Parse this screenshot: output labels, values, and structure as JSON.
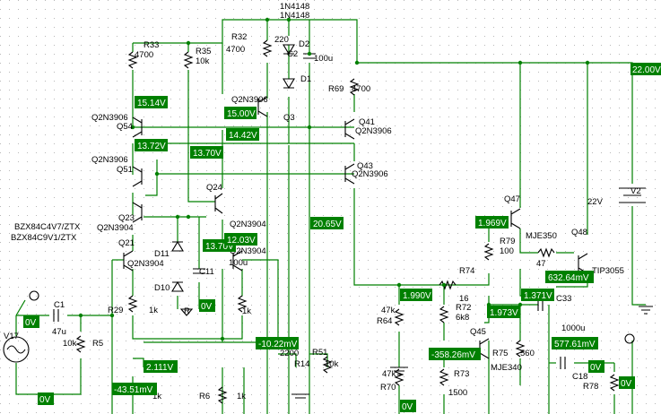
{
  "voltage_tags": [
    {
      "id": "t1",
      "text": "15.14V"
    },
    {
      "id": "t2",
      "text": "15.00V"
    },
    {
      "id": "t3",
      "text": "13.72V"
    },
    {
      "id": "t4",
      "text": "14.42V"
    },
    {
      "id": "t5",
      "text": "13.70V"
    },
    {
      "id": "t6",
      "text": "22.00V"
    },
    {
      "id": "t7",
      "text": "1.969V"
    },
    {
      "id": "t8",
      "text": "20.65V"
    },
    {
      "id": "t9",
      "text": "13.70V"
    },
    {
      "id": "t10",
      "text": "12.03V"
    },
    {
      "id": "t11",
      "text": "0V"
    },
    {
      "id": "t12",
      "text": "1.990V"
    },
    {
      "id": "t13",
      "text": "632.64mV"
    },
    {
      "id": "t14",
      "text": "1.371V"
    },
    {
      "id": "t15",
      "text": "1.973V"
    },
    {
      "id": "t16",
      "text": "0V"
    },
    {
      "id": "t17",
      "text": "-10.22mV"
    },
    {
      "id": "t18",
      "text": "-358.26mV"
    },
    {
      "id": "t19",
      "text": "577.61mV"
    },
    {
      "id": "t20",
      "text": "2.111V"
    },
    {
      "id": "t21",
      "text": "-43.51mV"
    },
    {
      "id": "t22",
      "text": "0V"
    },
    {
      "id": "t23",
      "text": "0V"
    },
    {
      "id": "t24",
      "text": "0V"
    },
    {
      "id": "t25",
      "text": "0V"
    }
  ],
  "labels": [
    {
      "id": "l1",
      "text": "1N4148"
    },
    {
      "id": "l2",
      "text": "1N4148"
    },
    {
      "id": "l3",
      "text": "R33"
    },
    {
      "id": "l4",
      "text": "4700"
    },
    {
      "id": "l5",
      "text": "R35"
    },
    {
      "id": "l6",
      "text": "10k"
    },
    {
      "id": "l7",
      "text": "R32"
    },
    {
      "id": "l8",
      "text": "4700"
    },
    {
      "id": "l9",
      "text": "220"
    },
    {
      "id": "l10",
      "text": "D2"
    },
    {
      "id": "l11",
      "text": "C2"
    },
    {
      "id": "l12",
      "text": "100u"
    },
    {
      "id": "l13",
      "text": "D1"
    },
    {
      "id": "l14",
      "text": "R69"
    },
    {
      "id": "l15",
      "text": "4700"
    },
    {
      "id": "l16",
      "text": "Q2N3906"
    },
    {
      "id": "l17",
      "text": "Q3"
    },
    {
      "id": "l18",
      "text": "Q41"
    },
    {
      "id": "l19",
      "text": "Q2N3906"
    },
    {
      "id": "l20",
      "text": "Q2N3906"
    },
    {
      "id": "l21",
      "text": "Q54"
    },
    {
      "id": "l22",
      "text": "Q2N3906"
    },
    {
      "id": "l23",
      "text": "Q51"
    },
    {
      "id": "l24",
      "text": "Q43"
    },
    {
      "id": "l25",
      "text": "Q2N3906"
    },
    {
      "id": "l26",
      "text": "Q24"
    },
    {
      "id": "l27",
      "text": "Q47"
    },
    {
      "id": "l28",
      "text": "22V"
    },
    {
      "id": "l29",
      "text": "V2"
    },
    {
      "id": "l30",
      "text": "BZX84C4V7/ZTX"
    },
    {
      "id": "l31",
      "text": "BZX84C9V1/ZTX"
    },
    {
      "id": "l32",
      "text": "Q23"
    },
    {
      "id": "l33",
      "text": "Q2N3904"
    },
    {
      "id": "l34",
      "text": "Q2N3904"
    },
    {
      "id": "l35",
      "text": "MJE350"
    },
    {
      "id": "l36",
      "text": "Q48"
    },
    {
      "id": "l37",
      "text": "R79"
    },
    {
      "id": "l38",
      "text": "100"
    },
    {
      "id": "l39",
      "text": "47"
    },
    {
      "id": "l40",
      "text": "Q21"
    },
    {
      "id": "l41",
      "text": "Q2N3904"
    },
    {
      "id": "l42",
      "text": "D11"
    },
    {
      "id": "l43",
      "text": "Q2N3904"
    },
    {
      "id": "l44",
      "text": "C11"
    },
    {
      "id": "l45",
      "text": "100u"
    },
    {
      "id": "l46",
      "text": "TIP3055"
    },
    {
      "id": "l47",
      "text": "R74"
    },
    {
      "id": "l48",
      "text": "D10"
    },
    {
      "id": "l49",
      "text": "16"
    },
    {
      "id": "l50",
      "text": "C1"
    },
    {
      "id": "l51",
      "text": "R29"
    },
    {
      "id": "l52",
      "text": "1k"
    },
    {
      "id": "l53",
      "text": "R"
    },
    {
      "id": "l54",
      "text": "1k"
    },
    {
      "id": "l55",
      "text": "47k"
    },
    {
      "id": "l56",
      "text": "R64"
    },
    {
      "id": "l57",
      "text": "R72"
    },
    {
      "id": "l58",
      "text": "6k8"
    },
    {
      "id": "l59",
      "text": "C33"
    },
    {
      "id": "l60",
      "text": "V17"
    },
    {
      "id": "l61",
      "text": "47u"
    },
    {
      "id": "l62",
      "text": "10k"
    },
    {
      "id": "l63",
      "text": "R5"
    },
    {
      "id": "l64",
      "text": "Q45"
    },
    {
      "id": "l65",
      "text": "1000u"
    },
    {
      "id": "l66",
      "text": "R75"
    },
    {
      "id": "l67",
      "text": "560"
    },
    {
      "id": "l68",
      "text": "MJE340"
    },
    {
      "id": "l69",
      "text": "2200"
    },
    {
      "id": "l70",
      "text": "R14"
    },
    {
      "id": "l71",
      "text": "R51"
    },
    {
      "id": "l72",
      "text": "10k"
    },
    {
      "id": "l73",
      "text": "R73"
    },
    {
      "id": "l74",
      "text": "1500"
    },
    {
      "id": "l75",
      "text": "47k"
    },
    {
      "id": "l76",
      "text": "R70"
    },
    {
      "id": "l77",
      "text": "C18"
    },
    {
      "id": "l78",
      "text": "R78"
    },
    {
      "id": "l79",
      "text": "R6"
    },
    {
      "id": "l80",
      "text": "1k"
    },
    {
      "id": "l81",
      "text": "1k"
    }
  ]
}
